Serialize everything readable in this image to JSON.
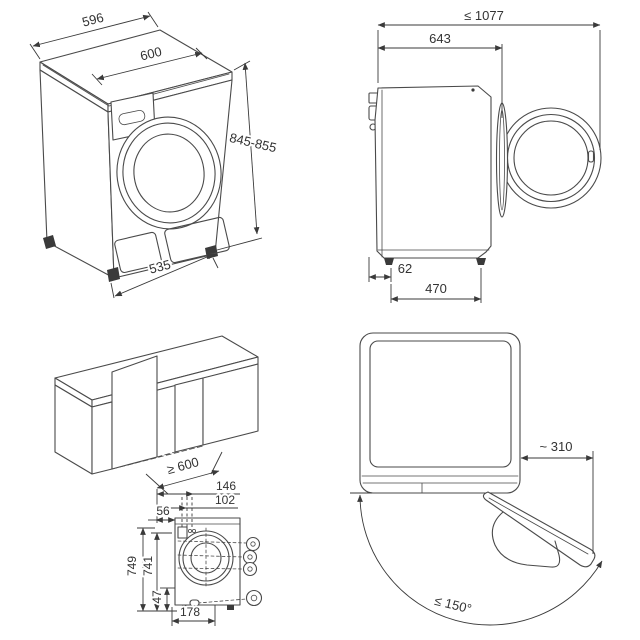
{
  "diagram": {
    "ink_color": "#3f3f3f",
    "dims": {
      "front": {
        "top_width": "596",
        "top_depth": "600",
        "height": "845-855",
        "base_width": "535"
      },
      "side": {
        "max_depth_door_open": "≤ 1077",
        "top_depth": "643",
        "rear_foot_offset": "62",
        "foot_spacing": "470"
      },
      "niche": {
        "min_niche_width": "≥ 600"
      },
      "rear": {
        "inlet_offset_a": "146",
        "inlet_offset_b": "102",
        "inlet_offset_c": "56",
        "inlet_height_a": "749",
        "inlet_height_b": "741",
        "drain_height": "47",
        "drain_offset": "178"
      },
      "top": {
        "door_projection": "~ 310",
        "max_door_angle": "≤ 150°"
      }
    }
  }
}
